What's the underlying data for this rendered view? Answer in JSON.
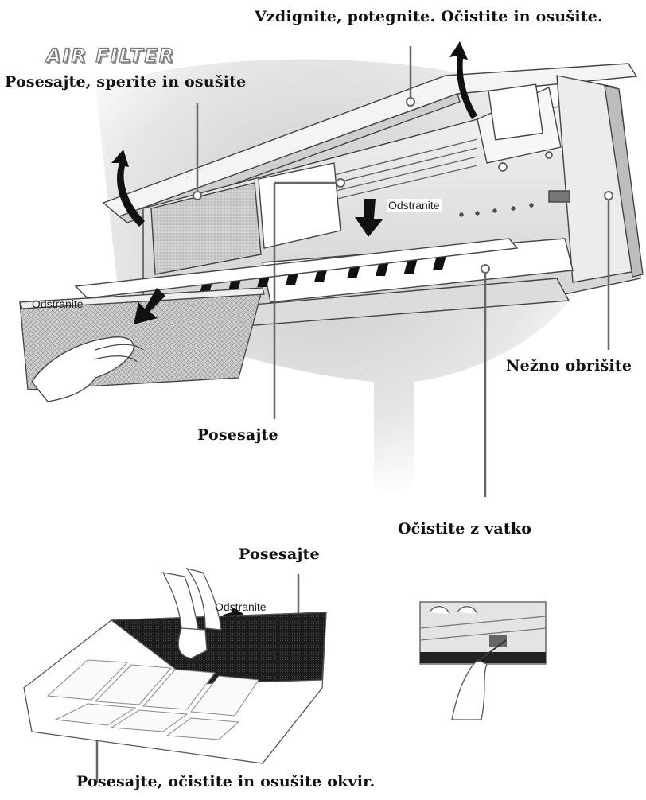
{
  "logo": "AIR FILTER",
  "labels": {
    "top_right": "Vzdignite, potegnite. Očistite in osušite.",
    "filter": "Posesajte, sperite in osušite",
    "remove_top": "Odstranite",
    "remove_left": "Odstranite",
    "wipe": "Nežno obrišite",
    "vacuum_main": "Posesajte",
    "cotton": "Očistite z vatko",
    "vacuum_lower": "Posesajte",
    "remove_lower": "Odstranite",
    "frame": "Posesajte, očistite in osušite okvir."
  }
}
